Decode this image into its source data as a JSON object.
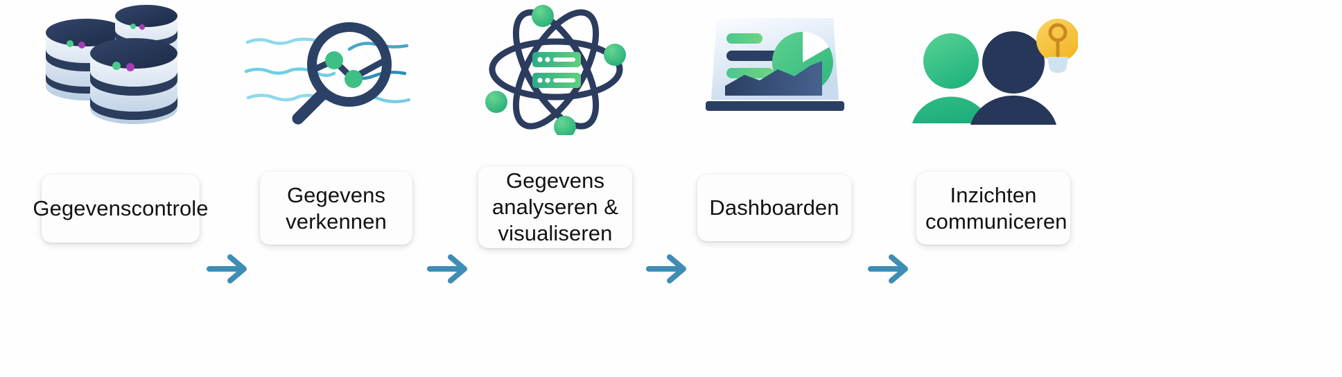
{
  "page": {
    "title": "Gegevensproces stappen",
    "background_color": "#fefefe",
    "language": "nl"
  },
  "palette": {
    "navy_dark": "#24314f",
    "navy": "#2c3f63",
    "navy_mid": "#35507e",
    "green_light": "#5ed18f",
    "green": "#2eb67d",
    "green_teal": "#36b98a",
    "cyan_light": "#8ed9ea",
    "teal": "#3c95bd",
    "arrow_blue": "#3e8db5",
    "purple": "#a63cb5",
    "yellow": "#f6c446",
    "yellow_dark": "#c98a1c",
    "card_bg": "#fdfdfd",
    "text": "#121212"
  },
  "steps": [
    {
      "id": "step-1",
      "icon_name": "database-stack-icon",
      "label": "Gegevenscontrole",
      "label_lines": [
        "Gegevenscontrole"
      ]
    },
    {
      "id": "step-2",
      "icon_name": "magnifying-glass-line-chart-icon",
      "label": "Gegevens verkennen",
      "label_lines": [
        "Gegevens",
        "verkennen"
      ]
    },
    {
      "id": "step-3",
      "icon_name": "atom-server-icon",
      "label": "Gegevens analyseren & visualiseren",
      "label_lines": [
        "Gegevens",
        "analyseren &",
        "visualiseren"
      ]
    },
    {
      "id": "step-4",
      "icon_name": "dashboard-laptop-icon",
      "label": "Dashboarden",
      "label_lines": [
        "Dashboarden"
      ]
    },
    {
      "id": "step-5",
      "icon_name": "people-lightbulb-icon",
      "label": "Inzichten communiceren",
      "label_lines": [
        "Inzichten",
        "communiceren"
      ]
    }
  ],
  "connectors": [
    {
      "id": "arrow-1",
      "icon_name": "arrow-right-icon",
      "from": "step-1",
      "to": "step-2"
    },
    {
      "id": "arrow-2",
      "icon_name": "arrow-right-icon",
      "from": "step-2",
      "to": "step-3"
    },
    {
      "id": "arrow-3",
      "icon_name": "arrow-right-icon",
      "from": "step-3",
      "to": "step-4"
    },
    {
      "id": "arrow-4",
      "icon_name": "arrow-right-icon",
      "from": "step-4",
      "to": "step-5"
    }
  ]
}
